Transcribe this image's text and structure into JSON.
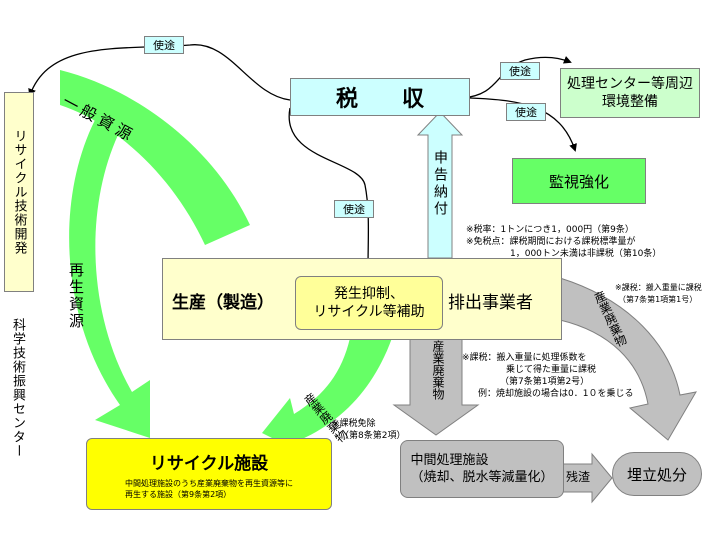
{
  "nodes": {
    "tax": "税　　収",
    "center": "処理センター等周辺\n環境整備",
    "monitor": "監視強化",
    "production": "生産（製造）",
    "subsidy": "発生抑制、\nリサイクル等補助",
    "emitter": "排出事業者",
    "recycle": {
      "title": "リサイクル施設",
      "note": "中間処理施設のうち産業廃棄物を再生資源等に\n再生する施設（第9条第2項）"
    },
    "intermediate": "中間処理施設\n（焼却、脱水等減量化）",
    "landfill": "埋立処分",
    "research_box": "リサイクル技術開発",
    "research_org": "科学技術振興センター"
  },
  "labels": {
    "use_left": "使途",
    "use_right_top": "使途",
    "use_right_mid": "使途",
    "use_mid": "使途",
    "declare": "申告納付",
    "general_resource": "一般資源",
    "regenerated_resource": "再生資源",
    "waste_green": "産業廃棄物",
    "waste_center": "産業廃棄物",
    "waste_right": "産業廃棄物",
    "residue": "残渣"
  },
  "notes": {
    "rate1": "※税率：1トンにつき1，000円（第9条）",
    "rate2": "※免税点：課税期間における課税標準量が",
    "rate3": "1，000トン未満は非課税（第10条）",
    "tax_right1": "※課税：搬入重量に課税",
    "tax_right2": "（第7条第1項第1号）",
    "tax_center1": "※課税：搬入重量に処理係数を",
    "tax_center2": "乗じて得た重量に課税",
    "tax_center3": "（第7条第1項第2号）",
    "tax_center4": "例：焼却施設の場合は0．1０を乗じる",
    "exempt1": "※課税免除",
    "exempt2": "（第8条第2項）"
  },
  "colors": {
    "green": "#66ff66",
    "cyan_box": "#ccffff",
    "light_yellow": "#ffffcc",
    "yellow": "#ffff00",
    "gray": "#c0c0c0",
    "light_green": "#ccffcc"
  }
}
